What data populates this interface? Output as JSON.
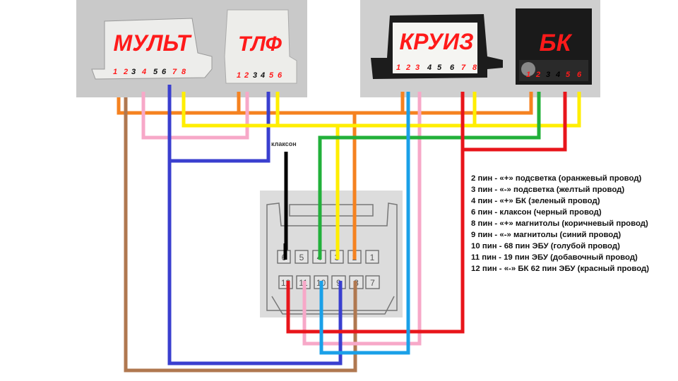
{
  "connectors": {
    "mult": {
      "label": "МУЛЬТ",
      "pins": [
        "1",
        "2",
        "3",
        "4",
        "5",
        "6",
        "7",
        "8"
      ],
      "wired": [
        true,
        true,
        false,
        true,
        false,
        false,
        true,
        true
      ]
    },
    "tlf": {
      "label": "ТЛФ",
      "pins": [
        "1",
        "2",
        "3",
        "4",
        "5",
        "6"
      ],
      "wired": [
        true,
        true,
        false,
        false,
        true,
        true
      ]
    },
    "kruiz": {
      "label": "КРУИЗ",
      "pins": [
        "1",
        "2",
        "3",
        "4",
        "5",
        "6",
        "7",
        "8"
      ],
      "wired": [
        true,
        true,
        true,
        false,
        false,
        false,
        true,
        true
      ]
    },
    "bk": {
      "label": "БК",
      "pins": [
        "1",
        "2",
        "3",
        "4",
        "5",
        "6"
      ],
      "wired": [
        true,
        true,
        false,
        false,
        true,
        true
      ]
    }
  },
  "main_connector": {
    "top_row": [
      "6",
      "5",
      "4",
      "3",
      "2",
      "1"
    ],
    "bottom_row": [
      "12",
      "11",
      "10",
      "9",
      "8",
      "7"
    ]
  },
  "horn_label": "клаксон",
  "legend": [
    "2 пин - «+» подсветка (оранжевый провод)",
    "3 пин - «-» подсветка (желтый провод)",
    "4 пин - «+» БК (зеленый провод)",
    "6 пин - клаксон (черный провод)",
    "8 пин - «+» магнитолы (коричневый провод)",
    "9 пин - «-» магнитолы (синий провод)",
    "10 пин - 68 пин ЭБУ (голубой провод)",
    "11 пин - 19 пин ЭБУ (добавочный провод)",
    "12 пин - «-» БК 62 пин ЭБУ (красный провод)"
  ],
  "colors": {
    "orange": "#f58220",
    "yellow": "#ffee00",
    "green": "#22b03a",
    "black": "#000000",
    "brown": "#b07850",
    "blue": "#3a3fcf",
    "lightblue": "#1aa0e8",
    "pink": "#f7a8c8",
    "red": "#e8151b",
    "label_red": "#ff1a1a"
  }
}
